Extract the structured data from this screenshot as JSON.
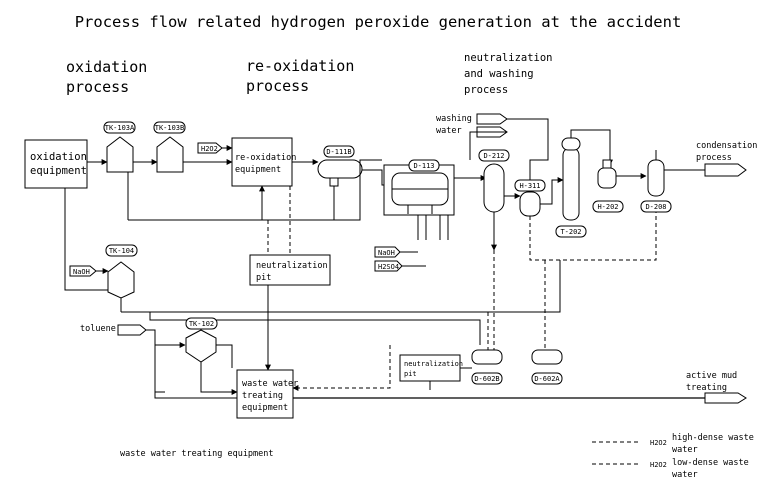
{
  "title": "Process flow related hydrogen peroxide generation at the accident",
  "sections": {
    "oxidation": [
      "oxidation",
      "process"
    ],
    "reoxidation": [
      "re-oxidation",
      "process"
    ],
    "neutralization": [
      "neutralization",
      "and washing",
      "process"
    ]
  },
  "equipment": {
    "oxidation_equipment": [
      "oxidation",
      "equipment"
    ],
    "reoxidation_equipment": [
      "re-oxidation",
      "equipment"
    ],
    "neutralization_pit_1": [
      "neutralization",
      "pit"
    ],
    "neutralization_pit_2": [
      "neutralization",
      "pit"
    ],
    "waste_water_equipment": [
      "waste water",
      "treating",
      "equipment"
    ]
  },
  "tags": {
    "tk103a": "TK-103A",
    "tk103b": "TK-103B",
    "tk104": "TK-104",
    "tk102": "TK-102",
    "d111b": "D-111B",
    "d113": "D-113",
    "d212": "D-212",
    "h311": "H-311",
    "t202": "T-202",
    "h202": "H-202",
    "d208": "D-208",
    "d602b": "D-602B",
    "d602a": "D-602A"
  },
  "inputs": {
    "h2o2": "H2O2",
    "naoh_1": "NaOH",
    "naoh_2": "NaOH",
    "h2so4": "H2SO4",
    "toluene": "toluene",
    "washing_water": [
      "washing",
      "water"
    ]
  },
  "outputs": {
    "condensation": [
      "condensation",
      "process"
    ],
    "active_mud": [
      "active mud",
      "treating"
    ]
  },
  "caption": "waste water treating equipment",
  "legend": {
    "high": {
      "symbol": "H2O2",
      "label": [
        "high-dense waste",
        "water"
      ]
    },
    "low": {
      "symbol": "H2O2",
      "label": [
        "low-dense waste",
        "water"
      ]
    }
  }
}
